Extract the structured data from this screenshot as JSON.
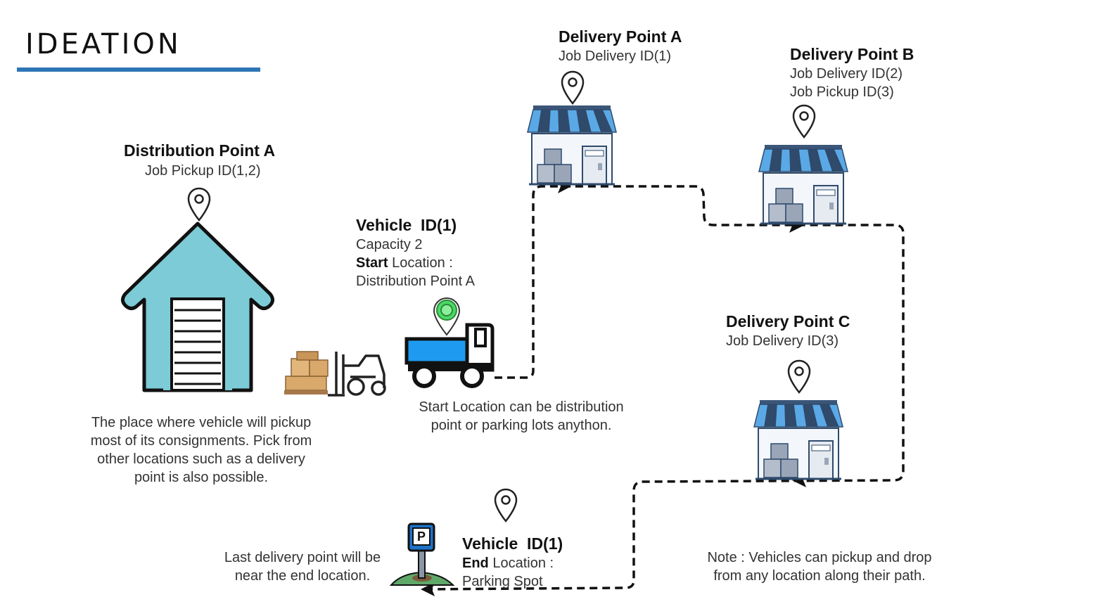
{
  "page": {
    "title": "IDEATION"
  },
  "distribution_point": {
    "name": "Distribution Point A",
    "jobs": "Job Pickup ID(1,2)",
    "description_lines": [
      "The place where vehicle will pickup",
      "most of its consignments. Pick from",
      "other locations such as a delivery",
      "point is also possible."
    ]
  },
  "vehicle_start": {
    "name": "Vehicle  ID(1)",
    "capacity": "Capacity 2",
    "start_bold": "Start",
    "start_rest": " Location :",
    "start_value": "Distribution Point A",
    "note_lines": [
      "Start Location can be distribution",
      "point or parking lots anython."
    ]
  },
  "delivery_a": {
    "name": "Delivery Point A",
    "jobs": [
      "Job Delivery ID(1)"
    ]
  },
  "delivery_b": {
    "name": "Delivery Point B",
    "jobs": [
      "Job Delivery ID(2)",
      "Job Pickup ID(3)"
    ]
  },
  "delivery_c": {
    "name": "Delivery Point C",
    "jobs": [
      "Job Delivery ID(3)"
    ]
  },
  "vehicle_end": {
    "name": "Vehicle  ID(1)",
    "end_bold": "End",
    "end_rest": " Location :",
    "end_value": "Parking Spot",
    "parking_sign": "P",
    "note_lines": [
      "Last delivery point will be",
      "near the end location."
    ]
  },
  "note": {
    "lines": [
      "Note : Vehicles can pickup and drop",
      "from any location along their path."
    ]
  },
  "colors": {
    "accent": "#2e75b6",
    "warehouse": "#7ccbd6",
    "awning_blue": "#5aa9e6",
    "awning_dark": "#2f4a6b",
    "truck_blue": "#1e9bf0",
    "pin_green": "#4cd964"
  }
}
